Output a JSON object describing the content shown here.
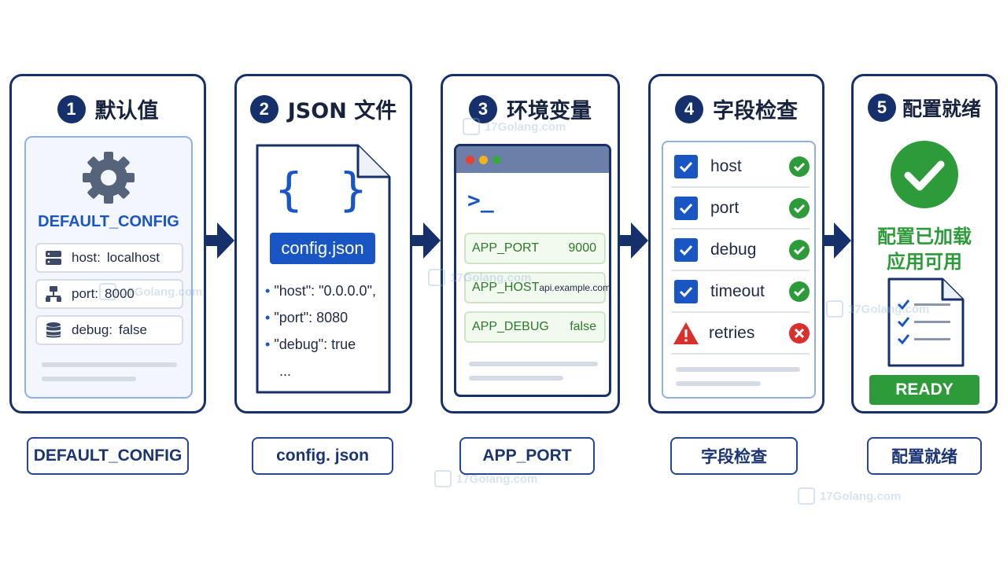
{
  "steps": [
    {
      "number": "1",
      "title": "默认值",
      "caption": "DEFAULT_CONFIG"
    },
    {
      "number": "2",
      "title": "JSON 文件",
      "caption": "config. json"
    },
    {
      "number": "3",
      "title": "环境变量",
      "caption": "APP_PORT"
    },
    {
      "number": "4",
      "title": "字段检查",
      "caption": "字段检查"
    },
    {
      "number": "5",
      "title": "配置就绪",
      "caption": "配置就绪"
    }
  ],
  "defaults": {
    "heading": "DEFAULT_CONFIG",
    "rows": [
      {
        "key": "host:",
        "value": "localhost",
        "icon": "server-icon"
      },
      {
        "key": "port:",
        "value": "8000",
        "icon": "network-icon"
      },
      {
        "key": "debug:",
        "value": "false",
        "icon": "database-icon"
      }
    ]
  },
  "json_file": {
    "brace_glyph": "{ }",
    "filename": "config.json",
    "bullets": [
      "\"host\": \"0.0.0.0\",",
      "\"port\": 8080",
      "\"debug\": true"
    ],
    "ellipsis": "..."
  },
  "env": {
    "prompt": ">_",
    "vars": [
      {
        "name": "APP_PORT",
        "value": "9000"
      },
      {
        "name": "APP_HOST",
        "value": "api.example.com"
      },
      {
        "name": "APP_DEBUG",
        "value": "false"
      }
    ]
  },
  "checks": {
    "items": [
      {
        "label": "host",
        "status": "ok"
      },
      {
        "label": "port",
        "status": "ok"
      },
      {
        "label": "debug",
        "status": "ok"
      },
      {
        "label": "timeout",
        "status": "ok"
      },
      {
        "label": "retries",
        "status": "error"
      }
    ]
  },
  "ready": {
    "line1": "配置已加载",
    "line2": "应用可用",
    "badge": "READY"
  },
  "watermark": "17Golang.com",
  "colors": {
    "navy": "#15306b",
    "blue": "#1a55c4",
    "green": "#2e9b3a",
    "red": "#d9302c"
  }
}
